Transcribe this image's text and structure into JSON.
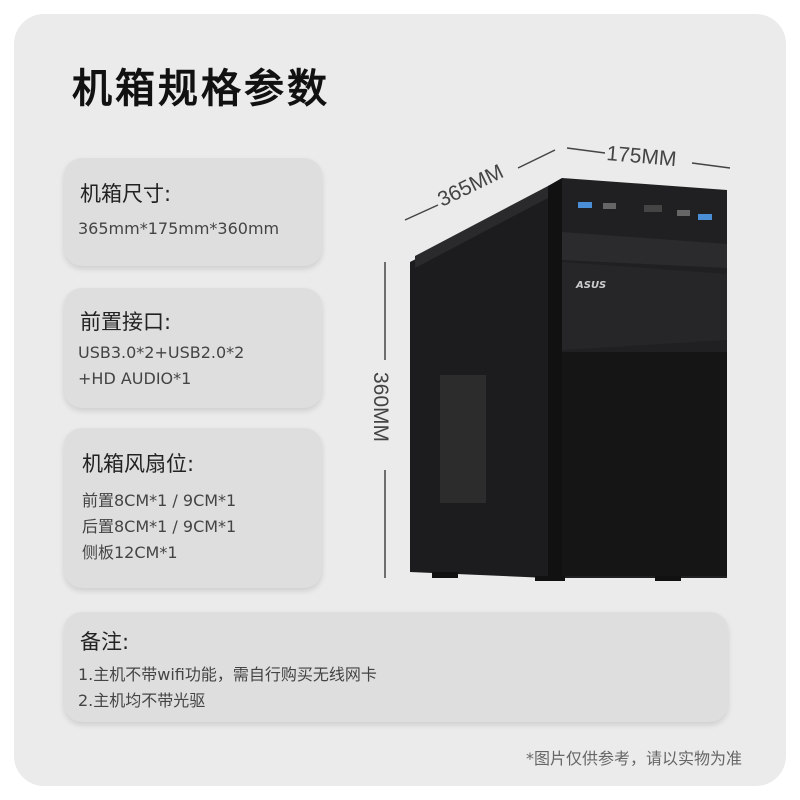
{
  "title": "机箱规格参数",
  "specs": [
    {
      "heading": "机箱尺寸:",
      "lines": "365mm*175mm*360mm"
    },
    {
      "heading": "前置接口:",
      "lines": "USB3.0*2+USB2.0*2\n+HD AUDIO*1"
    },
    {
      "heading": "机箱风扇位:",
      "lines": "前置8CM*1 / 9CM*1\n后置8CM*1 / 9CM*1\n侧板12CM*1"
    }
  ],
  "note": {
    "heading": "备注:",
    "lines": "1.主机不带wifi功能，需自行购买无线网卡\n2.主机均不带光驱"
  },
  "dimensions": {
    "depth": "365MM",
    "width": "175MM",
    "height": "360MM"
  },
  "brand_logo": "ASUS",
  "footer": "*图片仅供参考，请以实物为准"
}
